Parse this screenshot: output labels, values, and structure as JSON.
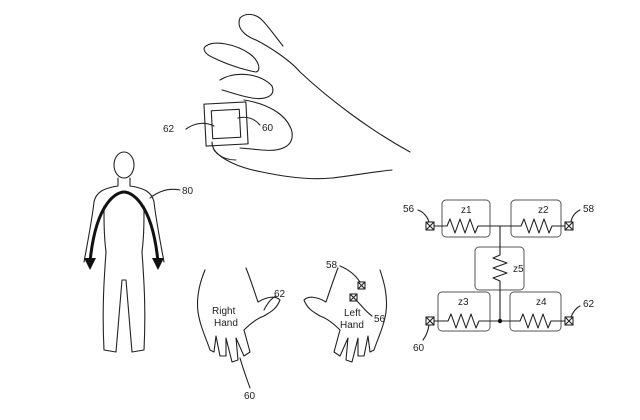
{
  "figure": {
    "pinch": {
      "sensor_outer_label": "62",
      "sensor_inner_label": "60"
    },
    "body": {
      "path_label": "80"
    },
    "hands": {
      "right_hand": {
        "text_line1": "Right",
        "text_line2": "Hand",
        "label_top": "62",
        "label_bottom": "60"
      },
      "left_hand": {
        "text_line1": "Left",
        "text_line2": "Hand",
        "label_top": "58",
        "label_bottom": "56"
      }
    },
    "circuit": {
      "impedances": [
        "z1",
        "z2",
        "z5",
        "z3",
        "z4"
      ],
      "terminals": {
        "top_left": "56",
        "top_right": "58",
        "bottom_left": "60",
        "bottom_right": "62"
      }
    }
  }
}
